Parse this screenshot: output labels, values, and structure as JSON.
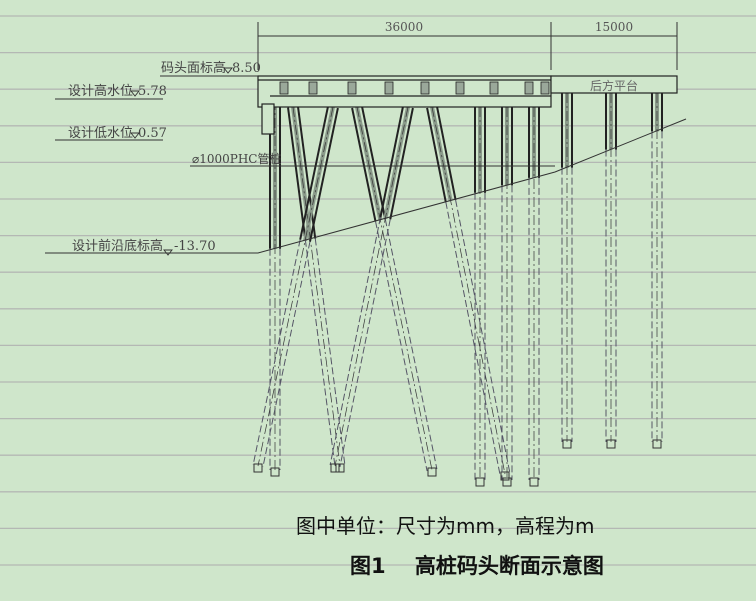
{
  "dimensions": {
    "wharf_width": "36000",
    "platform_width": "15000"
  },
  "labels": {
    "deck_elevation": "码头面标高",
    "deck_elevation_value": "8.50",
    "high_water": "设计高水位",
    "high_water_value": "5.78",
    "low_water": "设计低水位",
    "low_water_value": "0.57",
    "pile_type": "⌀1000PHC管桩",
    "front_bottom": "设计前沿底标高",
    "front_bottom_value": "-13.70",
    "rear_platform": "后方平台"
  },
  "captions": {
    "units_note": "图中单位：尺寸为mm，高程为m",
    "figure_title": "图1    高桩码头断面示意图"
  },
  "colors": {
    "background": "#cfe6cb",
    "ruled_line": "#b4b8b4",
    "drawing": "#222222"
  }
}
